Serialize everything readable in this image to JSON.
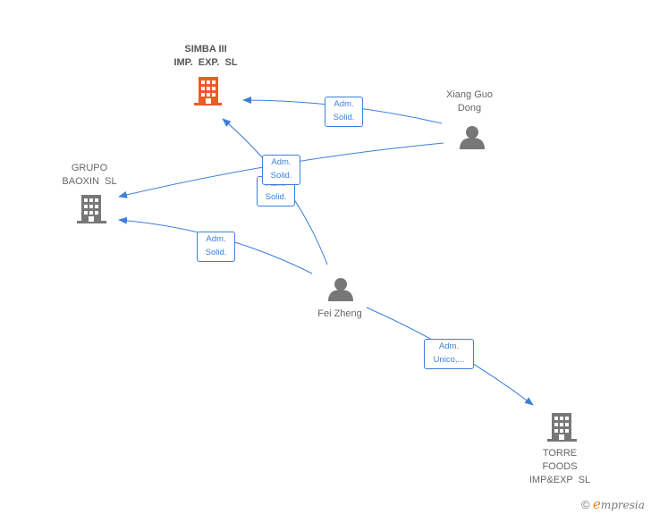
{
  "nodes": {
    "simba": {
      "label": "SIMBA III\nIMP.  EXP.  SL",
      "type": "company",
      "color": "#f05a28"
    },
    "grupo": {
      "label": "GRUPO\nBAOXIN  SL",
      "type": "company",
      "color": "#777777"
    },
    "torre": {
      "label": "TORRE\nFOODS\nIMP&EXP  SL",
      "type": "company",
      "color": "#777777"
    },
    "xiang": {
      "label": "Xiang Guo\nDong",
      "type": "person",
      "color": "#777777"
    },
    "fei": {
      "label": "Fei Zheng",
      "type": "person",
      "color": "#777777"
    }
  },
  "edges": {
    "xiang_simba": {
      "label": "Adm.\nSolid."
    },
    "xiang_grupo": {
      "label": "Adm.\nSolid."
    },
    "fei_simba": {
      "label": "Adm.\nSolid."
    },
    "fei_grupo": {
      "label": "Adm.\nSolid."
    },
    "fei_torre": {
      "label": "Adm.\nUnico,..."
    }
  },
  "colors": {
    "edge": "#3d7fd9",
    "focus": "#f05a28",
    "node": "#777777"
  },
  "branding": {
    "copyright": "©",
    "e_letter": "e",
    "word": "mpresia"
  }
}
